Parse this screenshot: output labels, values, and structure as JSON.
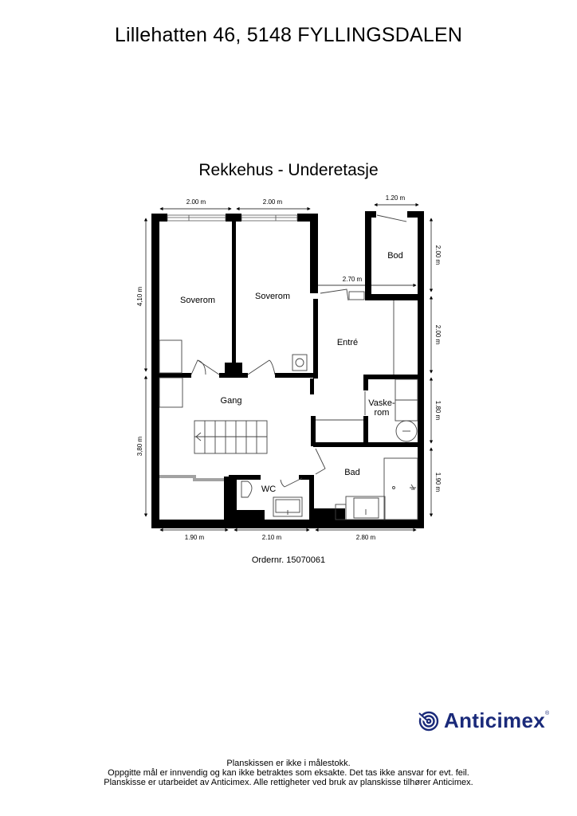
{
  "header": {
    "address": "Lillehatten 46, 5148 FYLLINGSDALEN",
    "plan_title": "Rekkehus - Underetasje"
  },
  "rooms": [
    {
      "name": "Soverom",
      "id": "soverom-1"
    },
    {
      "name": "Soverom",
      "id": "soverom-2"
    },
    {
      "name": "Bod",
      "id": "bod"
    },
    {
      "name": "Entré",
      "id": "entre"
    },
    {
      "name": "Gang",
      "id": "gang"
    },
    {
      "name": "Vaske-",
      "id": "vaskerom-line1"
    },
    {
      "name": "rom",
      "id": "vaskerom-line2"
    },
    {
      "name": "Bad",
      "id": "bad"
    },
    {
      "name": "WC",
      "id": "wc"
    }
  ],
  "dimensions": {
    "top": [
      "2.00 m",
      "2.00 m",
      "1.20 m"
    ],
    "inner": "2.70 m",
    "left": [
      "4,10 m",
      "3,80 m"
    ],
    "right": [
      "2.00 m",
      "2.00 m",
      "1.80 m",
      "1.90 m"
    ],
    "bottom": [
      "1.90 m",
      "2.10 m",
      "2.80 m"
    ]
  },
  "order": "Ordernr. 15070061",
  "logo": {
    "brand": "Anticimex",
    "reg_mark": "®",
    "icon": "anticimex-spiral-icon",
    "color": "#1a2a7a"
  },
  "footer": {
    "line1": "Planskissen er ikke i målestokk.",
    "line2": "Oppgitte mål er innvendig og kan ikke betraktes som eksakte. Det tas ikke ansvar for evt. feil.",
    "line3": "Planskisse er utarbeidet av Anticimex. Alle rettigheter ved bruk av planskisse tilhører Anticimex."
  }
}
